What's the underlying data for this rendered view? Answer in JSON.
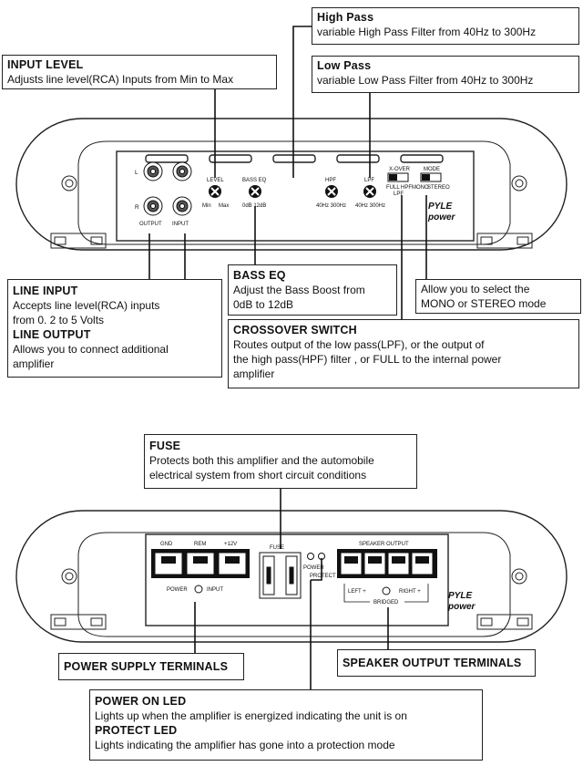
{
  "top": {
    "high_pass": {
      "title": "High Pass",
      "desc": "variable High Pass Filter from 40Hz to 300Hz"
    },
    "low_pass": {
      "title": "Low Pass",
      "desc": "variable Low Pass Filter from 40Hz to 300Hz"
    },
    "input_level": {
      "title": "INPUT LEVEL",
      "desc": "Adjusts line level(RCA) Inputs from Min to Max"
    },
    "line_input": {
      "title": "LINE INPUT",
      "desc1": "Accepts line level(RCA) inputs",
      "desc2": "from 0. 2 to 5 Volts",
      "title2": "LINE OUTPUT",
      "desc3": "Allows you to connect additional",
      "desc4": "amplifier"
    },
    "bass_eq": {
      "title": "BASS EQ",
      "desc1": "Adjust the Bass Boost from",
      "desc2": "0dB to 12dB"
    },
    "mode": {
      "desc1": "Allow you to select the",
      "desc2": "MONO or STEREO mode"
    },
    "crossover": {
      "title": "CROSSOVER SWITCH",
      "desc1": "Routes output of the  low pass(LPF), or the output of",
      "desc2": "the high pass(HPF) filter , or FULL to the internal power",
      "desc3": "amplifier"
    },
    "panel": {
      "rca_l": "L",
      "rca_r": "R",
      "output": "OUTPUT",
      "input": "INPUT",
      "level": "LEVEL",
      "level_min": "Min",
      "level_max": "Max",
      "bass_eq": "BASS EQ",
      "bass_range": "0dB   12dB",
      "hpf": "HPF",
      "hpf_range": "40Hz 300Hz",
      "lpf": "LPF",
      "lpf_range": "40Hz 300Hz",
      "x_over": "X-OVER",
      "full": "FULL",
      "hpf_sw": "HPF",
      "lpf_sw": "LPF",
      "mode": "MODE",
      "mono": "MONO",
      "stereo": "STEREO",
      "brand1": "PYLE",
      "brand2": "power"
    }
  },
  "bottom": {
    "fuse": {
      "title": "FUSE",
      "desc1": "Protects both this amplifier and the automobile",
      "desc2": "electrical system from short circuit conditions"
    },
    "power_supply": {
      "title": "POWER SUPPLY TERMINALS"
    },
    "speaker_output": {
      "title": "SPEAKER OUTPUT TERMINALS"
    },
    "led": {
      "title": "POWER ON LED",
      "desc1": "Lights up when the amplifier is energized indicating the unit is on",
      "title2": "PROTECT LED",
      "desc2": "Lights indicating the amplifier has gone into a protection mode"
    },
    "panel": {
      "gnd": "GND",
      "rem": "REM",
      "v12": "+12V",
      "power": "POWER",
      "input": "INPUT",
      "fuse": "FUSE",
      "power_led": "POWER",
      "protect_led": "PROTECT",
      "speaker_output": "SPEAKER OUTPUT",
      "left": "LEFT +",
      "right": "RIGHT +",
      "bridged": "BRIDGED",
      "brand1": "PYLE",
      "brand2": "power"
    }
  }
}
